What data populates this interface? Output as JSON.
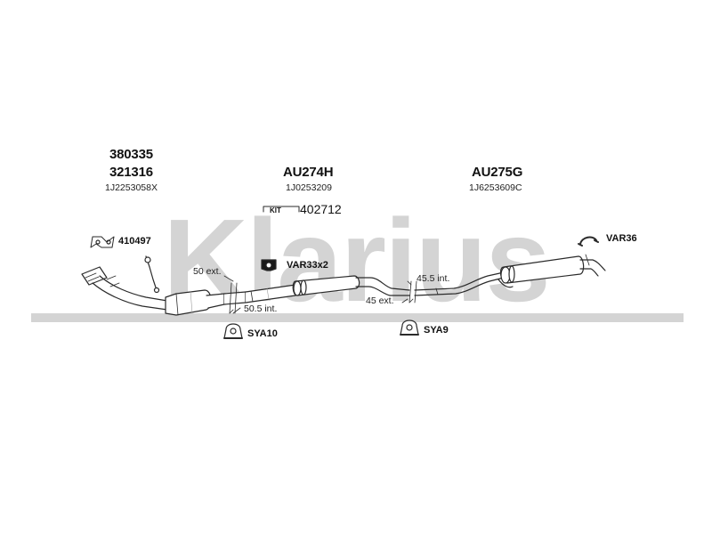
{
  "watermark": {
    "text": "Klarius",
    "color": "#d4d4d4"
  },
  "colors": {
    "line": "#2a2a2a",
    "pipe_fill": "#ffffff",
    "shade": "#9a9a9a"
  },
  "parts": {
    "manifold": {
      "code1": "380335",
      "code2": "321316",
      "ref": "1J2253058X"
    },
    "middle": {
      "code": "AU274H",
      "ref": "1J0253209"
    },
    "rear": {
      "code": "AU275G",
      "ref": "1J6253609C"
    }
  },
  "kit": {
    "badge": "KIT",
    "number": "402712"
  },
  "accessories": {
    "gasket": "410497",
    "clamp_var33": "VAR33x2",
    "hanger_var36": "VAR36",
    "mount_sya10": "SYA10",
    "mount_sya9": "SYA9"
  },
  "dimensions": {
    "front_ext": "50 ext.",
    "front_int": "50.5 int.",
    "rear_int": "45.5 int.",
    "rear_ext": "45 ext."
  }
}
